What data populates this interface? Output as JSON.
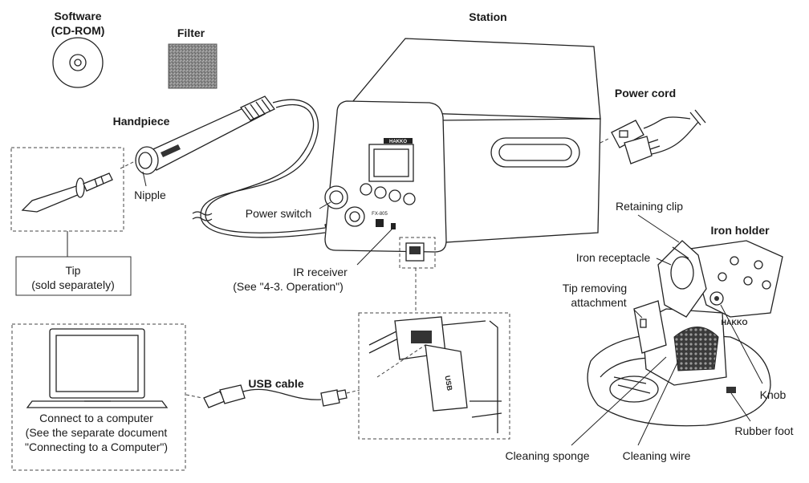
{
  "labels": {
    "software_1": "Software",
    "software_2": "(CD-ROM)",
    "filter": "Filter",
    "station": "Station",
    "power_cord": "Power cord",
    "handpiece": "Handpiece",
    "nipple": "Nipple",
    "power_switch": "Power switch",
    "retaining_clip": "Retaining clip",
    "iron_holder": "Iron holder",
    "iron_receptacle": "Iron receptacle",
    "tip_removing_1": "Tip removing",
    "tip_removing_2": "attachment",
    "ir_receiver_1": "IR receiver",
    "ir_receiver_2": "(See \"4-3. Operation\")",
    "tip_1": "Tip",
    "tip_2": "(sold separately)",
    "usb_cable": "USB cable",
    "knob": "Knob",
    "rubber_foot": "Rubber foot",
    "computer_1": "Connect to a computer",
    "computer_2": "(See the separate document",
    "computer_3": "\"Connecting to a Computer\")",
    "cleaning_sponge": "Cleaning sponge",
    "cleaning_wire": "Cleaning wire"
  },
  "device_text": {
    "brand": "HAKKO",
    "model": "FX-805",
    "holder_brand": "HAKKO",
    "usb_cover": "USB"
  }
}
